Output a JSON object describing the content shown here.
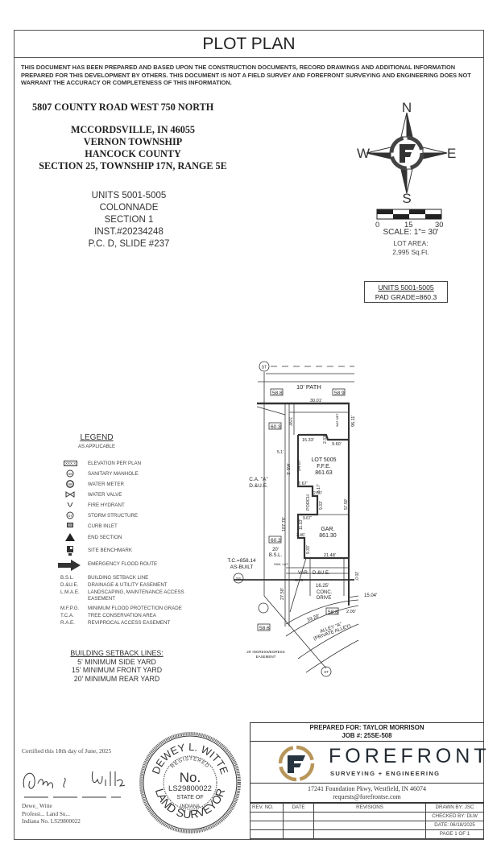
{
  "title": "PLOT PLAN",
  "disclaimer": "THIS DOCUMENT HAS BEEN PREPARED AND BASED UPON THE CONSTRUCTION DOCUMENTS, RECORD DRAWINGS AND ADDITIONAL INFORMATION PREPARED FOR THIS DEVELOPMENT BY OTHERS. THIS DOCUMENT IS NOT A FIELD SURVEY AND FOREFRONT SURVEYING AND ENGINEERING DOES NOT WARRANT THE ACCURACY OR COMPLETENESS OF THIS INFORMATION.",
  "address": {
    "street": "5807 COUNTY ROAD WEST 750 NORTH",
    "city": "MCCORDSVILLE, IN 46055",
    "township": "VERNON TOWNSHIP",
    "county": "HANCOCK COUNTY",
    "section": "SECTION 25, TOWNSHIP 17N, RANGE 5E"
  },
  "subdivision": {
    "units": "UNITS 5001-5005",
    "name": "COLONNADE",
    "section": "SECTION 1",
    "inst": "INST.#20234248",
    "pcd": "P.C. D, SLIDE #237"
  },
  "compass": {
    "n": "N",
    "s": "S",
    "e": "E",
    "w": "W",
    "icon": "compass-rose-icon"
  },
  "scale": {
    "tick0": "0",
    "tick1": "15",
    "tick2": "30",
    "label": "SCALE:  1\"=  30'"
  },
  "lot_area": {
    "label": "LOT AREA:",
    "value": "2,995 Sq.Ft."
  },
  "pad_box": {
    "units": "UNITS 5001-5005",
    "pad_grade": "PAD GRADE=860.3"
  },
  "legend": {
    "title": "LEGEND",
    "subtitle": "AS APPLICABLE",
    "symbols": [
      {
        "icon": "xxx",
        "label": "ELEVATION PER PLAN"
      },
      {
        "icon": "sanitary-manhole",
        "label": "SANITARY MANHOLE"
      },
      {
        "icon": "water-meter",
        "label": "WATER METER"
      },
      {
        "icon": "water-valve",
        "label": "WATER VALVE"
      },
      {
        "icon": "fire-hydrant",
        "label": "FIRE HYDRANT"
      },
      {
        "icon": "storm-structure",
        "label": "STORM STRUCTURE"
      },
      {
        "icon": "curb-inlet",
        "label": "CURB INLET"
      },
      {
        "icon": "end-section",
        "label": "END SECTION"
      },
      {
        "icon": "site-benchmark",
        "label": "SITE BENCHMARK"
      },
      {
        "icon": "flood-route-arrow",
        "label": "EMERGENCY FLOOD ROUTE"
      }
    ],
    "xxx_text": "XXX.X",
    "abbreviations": [
      {
        "abbr": "B.S.L.",
        "label": "BUILDING SETBACK LINE"
      },
      {
        "abbr": "D.&U.E.",
        "label": "DRAINAGE & UTILITY EASEMENT"
      },
      {
        "abbr": "L.M.A.E.",
        "label": "LANDSCAPING, MAINTENANCE ACCESS EASEMENT"
      },
      {
        "abbr": "M.F.P.G.",
        "label": "MINIMUM FLOOD PROTECTION GRADE"
      },
      {
        "abbr": "T.C.A.",
        "label": "TREE CONSERVATION AREA"
      },
      {
        "abbr": "R.A.E.",
        "label": "REVIPROCAL ACCESS EASEMENT"
      }
    ]
  },
  "setback": {
    "title": "BUILDING SETBACK LINES:",
    "side": "5' MINIMUM SIDE YARD",
    "front": "15' MINIMUM FRONT YARD",
    "rear": "20' MINIMUM REAR YARD"
  },
  "plan": {
    "st_top": "ST",
    "path": "10' PATH",
    "elev_tl": "58.8",
    "elev_tr": "58.9",
    "dim_top": "30.01'",
    "dim_right": "96.11'",
    "dim_3_58": "3.58'",
    "elev_60_3_a": "60.3",
    "dim_15_33": "15.33'",
    "dim_2_33": "2.33'",
    "dim_9_60": "9.60'",
    "wm_label": "WAT. MET.",
    "dim_5_1": "5.1'",
    "sw": "3' SW",
    "dim_24_87": "24.87'",
    "lot": "LOT 5005",
    "ffe": "F.F.E.",
    "ffe_val": "861.63",
    "ca": "C.A. \"A\"",
    "du": "D.&U.E.",
    "dim_7_67": "7.67'",
    "dim_5_17": "5.17'",
    "dim_2_00": "2.00'",
    "porch": "PORCH",
    "dim_9_33": "9.33'",
    "dim_57_50": "57.50'",
    "dim_107_76": "107.76'",
    "dim_9_67": "9.67'",
    "dim_11_33": "11.33'",
    "gar": "GAR.",
    "gar_val": "861.30",
    "dim_3_46": "3.46'",
    "dim_9_33b": "9.33'",
    "elev_60_3_b": "60.3",
    "bsl_20": "20'",
    "bsl": "B.S.L.",
    "dim_21_48": "21.48'",
    "tc": "T.C.=858.14",
    "as_built": "AS-BUILT",
    "san_lat": "SAN. LAT.",
    "var": "VAR.",
    "du2": "D.&U.E.",
    "dim_20_00": "20.0'",
    "wvs": "WVS",
    "drive_dim": "16.25'",
    "drive": "CONC.",
    "drive2": "DRIVE",
    "dim_15_04": "15.04'",
    "dim_27_58": "27.58'",
    "elev_58_8_b": "58.8",
    "dim_2_00b": "2.00'",
    "elev_58_6": "58.6",
    "dim_33_20": "33.20'",
    "alley": "ALLEY \"A\"",
    "alley2": "(PRIVATE ALLEY)",
    "ingress": "20' INGRESS/EGRESS",
    "ingress2": "EASEMENT",
    "ss": "SS",
    "st_bottom": "ST"
  },
  "certification": {
    "text": "Certified this 18th day of June, 2025",
    "name": "Dewe_ Witte",
    "title": "Professi... Land Su...",
    "license": "Indiana No. LS29800022"
  },
  "seal": {
    "name": "DEWEY L. WITTE",
    "registered": "REGISTERED",
    "no": "No.",
    "number": "LS29800022",
    "state_of": "STATE OF",
    "state": "INDIANA",
    "bottom": "LAND SURVEYOR"
  },
  "title_block": {
    "prepared_for": "PREPARED FOR: TAYLOR MORRISON",
    "job": "JOB #: 25SE-508",
    "company": "FOREFRONT",
    "tagline": "SURVEYING + ENGINEERING",
    "address": "17241 Foundation Pkwy, Westfield, IN 46074",
    "email": "requests@forefrontse.com",
    "col_rev": "REV. NO.",
    "col_date": "DATE",
    "col_revisions": "REVISIONS",
    "drawn_by": "DRAWN BY: JSC",
    "checked_by": "CHECKED BY: DLW",
    "date": "DATE: 06/18/2025",
    "page": "PAGE 1 OF 1",
    "logo_colors": {
      "ring": "#b8965a",
      "mark": "#263340"
    }
  }
}
